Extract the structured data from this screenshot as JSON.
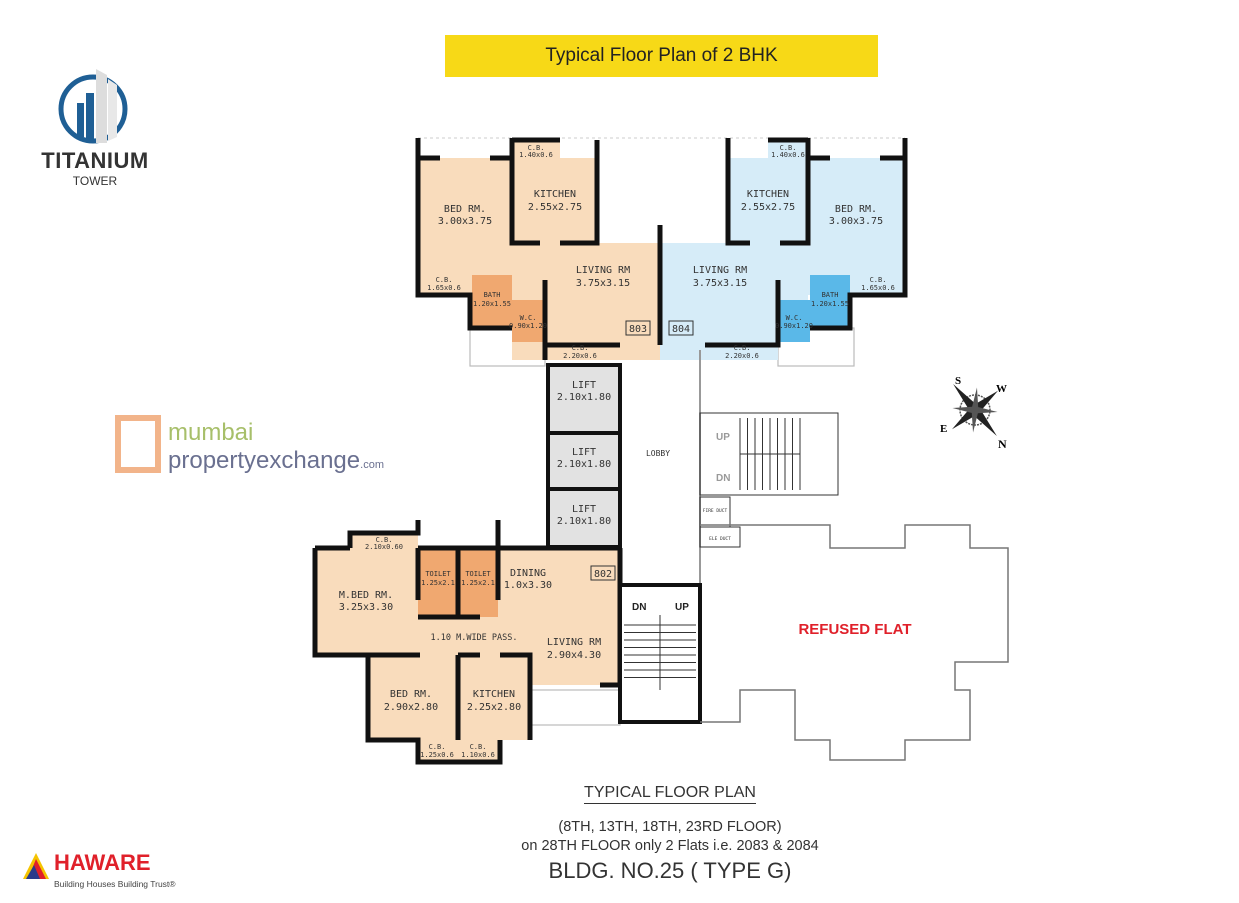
{
  "banner_title": "Typical Floor Plan of 2 BHK",
  "logos": {
    "project": "TITANIUM",
    "project_sub": "TOWER",
    "developer": "HAWARE",
    "developer_tagline": "Building Houses Building Trust®"
  },
  "watermark": {
    "line1": "mumbai",
    "line2": "propertyexchange",
    "suffix": ".com"
  },
  "compass": {
    "labels": [
      "S",
      "W",
      "E",
      "N"
    ]
  },
  "flat_803": {
    "number": "803",
    "bed": {
      "label": "BED RM.",
      "dim": "3.00x3.75"
    },
    "kitchen": {
      "label": "KITCHEN",
      "dim": "2.55x2.75"
    },
    "living": {
      "label": "LIVING RM",
      "dim": "3.75x3.15"
    },
    "bath": {
      "label": "BATH",
      "dim": "1.20x1.55"
    },
    "wc": {
      "label": "W.C.",
      "dim": "0.90x1.20"
    },
    "cb_kitchen": {
      "label": "C.B.",
      "dim": "1.40x0.6"
    },
    "cb_bed": {
      "label": "C.B.",
      "dim": "1.65x0.6"
    },
    "cb_living": {
      "label": "C.B.",
      "dim": "2.20x0.6"
    }
  },
  "flat_804": {
    "number": "804",
    "bed": {
      "label": "BED RM.",
      "dim": "3.00x3.75"
    },
    "kitchen": {
      "label": "KITCHEN",
      "dim": "2.55x2.75"
    },
    "living": {
      "label": "LIVING RM",
      "dim": "3.75x3.15"
    },
    "bath": {
      "label": "BATH",
      "dim": "1.20x1.55"
    },
    "wc": {
      "label": "W.C.",
      "dim": "0.90x1.20"
    },
    "cb_kitchen": {
      "label": "C.B.",
      "dim": "1.40x0.6"
    },
    "cb_bed": {
      "label": "C.B.",
      "dim": "1.65x0.6"
    },
    "cb_living": {
      "label": "C.B.",
      "dim": "2.20x0.6"
    }
  },
  "core": {
    "lifts": [
      {
        "label": "LIFT",
        "dim": "2.10x1.80"
      },
      {
        "label": "LIFT",
        "dim": "2.10x1.80"
      },
      {
        "label": "LIFT",
        "dim": "2.10x1.80"
      }
    ],
    "lobby": "LOBBY",
    "stair_up": "UP",
    "stair_dn": "DN",
    "fire_duct": "FIRE DUCT",
    "ele_duct": "ELE DUCT"
  },
  "flat_802": {
    "number": "802",
    "mbed": {
      "label": "M.BED RM.",
      "dim": "3.25x3.30"
    },
    "cb_mbed": {
      "label": "C.B.",
      "dim": "2.10x0.60"
    },
    "toilet1": {
      "label": "TOILET",
      "dim": "1.25x2.1"
    },
    "toilet2": {
      "label": "TOILET",
      "dim": "1.25x2.1"
    },
    "dining": {
      "label": "DINING",
      "dim": "1.0x3.30"
    },
    "passage": "1.10 M.WIDE PASS.",
    "living": {
      "label": "LIVING RM",
      "dim": "2.90x4.30"
    },
    "bed": {
      "label": "BED RM.",
      "dim": "2.90x2.80"
    },
    "kitchen": {
      "label": "KITCHEN",
      "dim": "2.25x2.80"
    },
    "cb_bed": {
      "label": "C.B.",
      "dim": "1.25x0.6"
    },
    "cb_kitchen": {
      "label": "C.B.",
      "dim": "1.10x0.6"
    }
  },
  "refused_flat": "REFUSED FLAT",
  "colors": {
    "flat_warm": "#f9dcbc",
    "wet_warm": "#f0a870",
    "flat_cool": "#d6ecf8",
    "wet_cool": "#5ab8e8",
    "lift": "#e2e2e2",
    "banner": "#f7d917",
    "refused": "#e0202a"
  },
  "caption": {
    "title": "TYPICAL FLOOR PLAN",
    "floors": "(8TH, 13TH, 18TH, 23RD FLOOR)",
    "note": "on 28TH FLOOR only 2 Flats i.e. 2083 & 2084",
    "building": "BLDG. NO.25 ( TYPE G)"
  }
}
